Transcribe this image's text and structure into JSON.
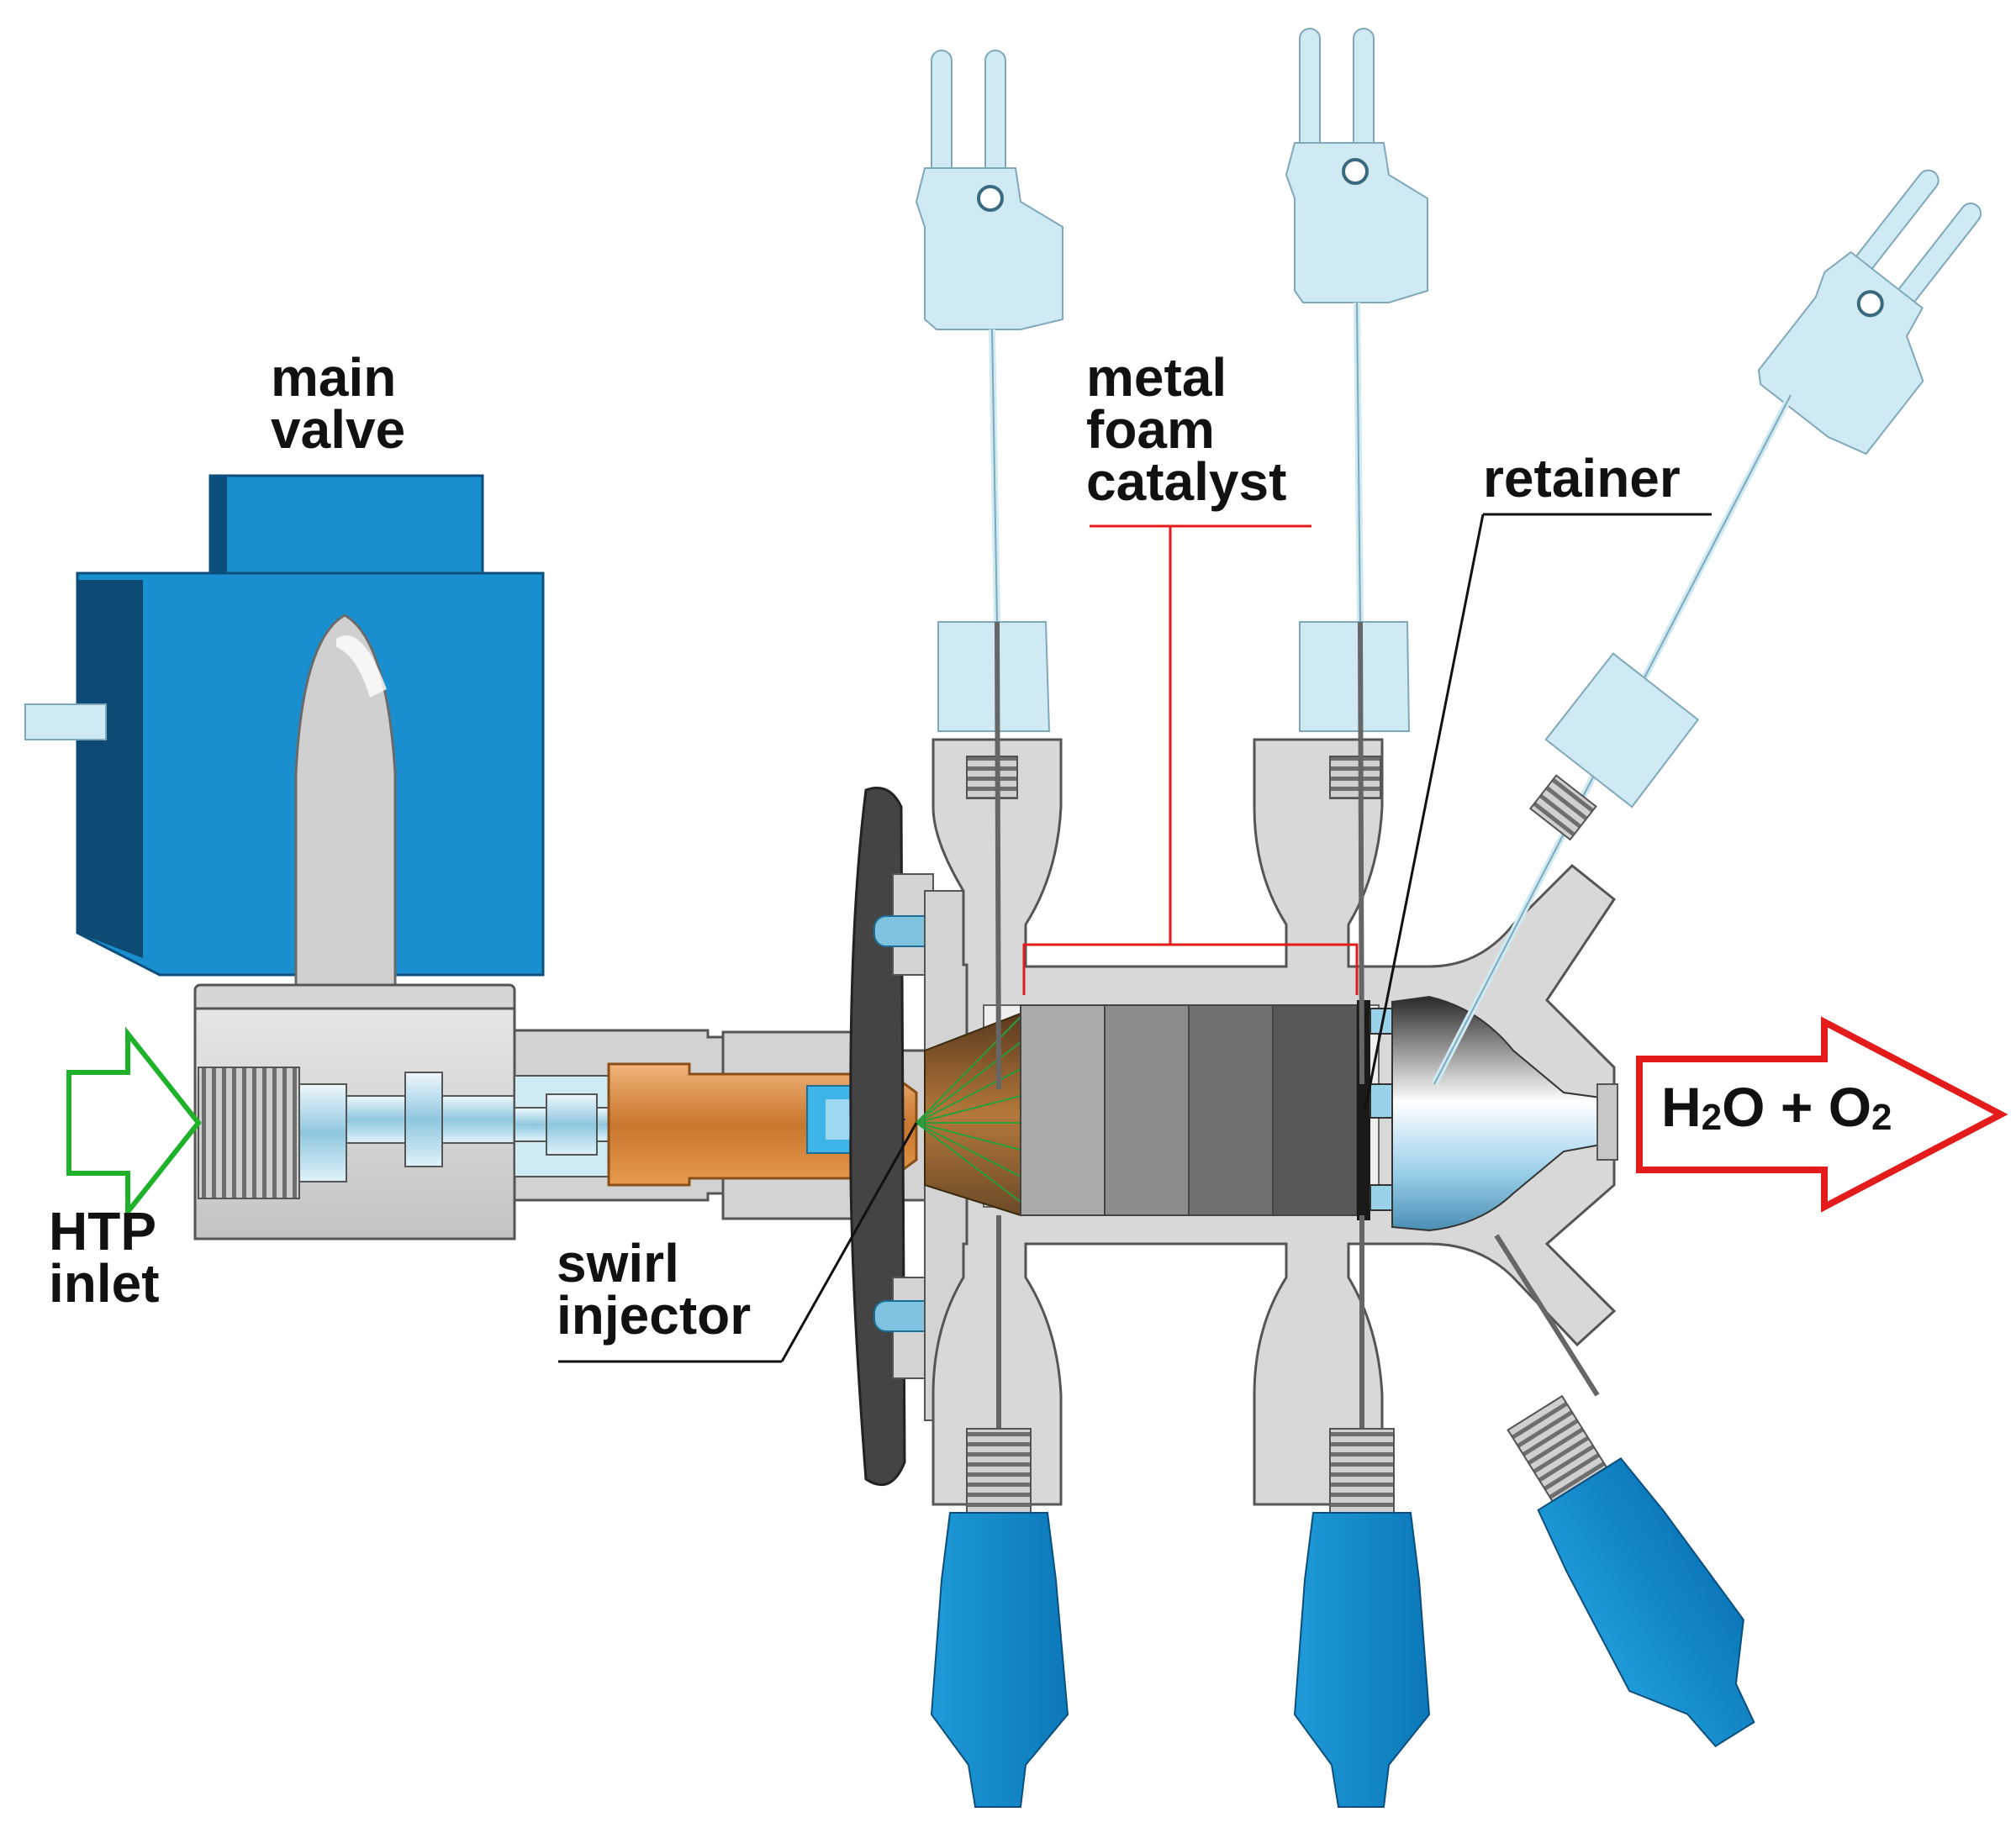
{
  "labels": {
    "main_valve": "main\nvalve",
    "metal_foam_catalyst": "metal\nfoam\ncatalyst",
    "retainer": "retainer",
    "htp_inlet": "HTP\ninlet",
    "swirl_injector": "swirl\ninjector",
    "output_h": "H",
    "output_h_sub": "2",
    "output_mid": "O + O",
    "output_o_sub": "2"
  },
  "colors": {
    "valve_blue": "#1a8fd0",
    "valve_blue_dark": "#0d4f7c",
    "body_gray": "#d6d6d6",
    "body_outline": "#333333",
    "light_cyan": "#cfeaf3",
    "injector_orange": "#e69a4e",
    "catalyst_1": "#a9a9a9",
    "catalyst_2": "#8c8c8c",
    "catalyst_3": "#707070",
    "catalyst_4": "#585858",
    "inlet_arrow_green": "#1fb12a",
    "outlet_arrow_red": "#e31b1b",
    "catalyst_bracket_red": "#e31b1b",
    "spray_green": "#2a9d3a"
  }
}
